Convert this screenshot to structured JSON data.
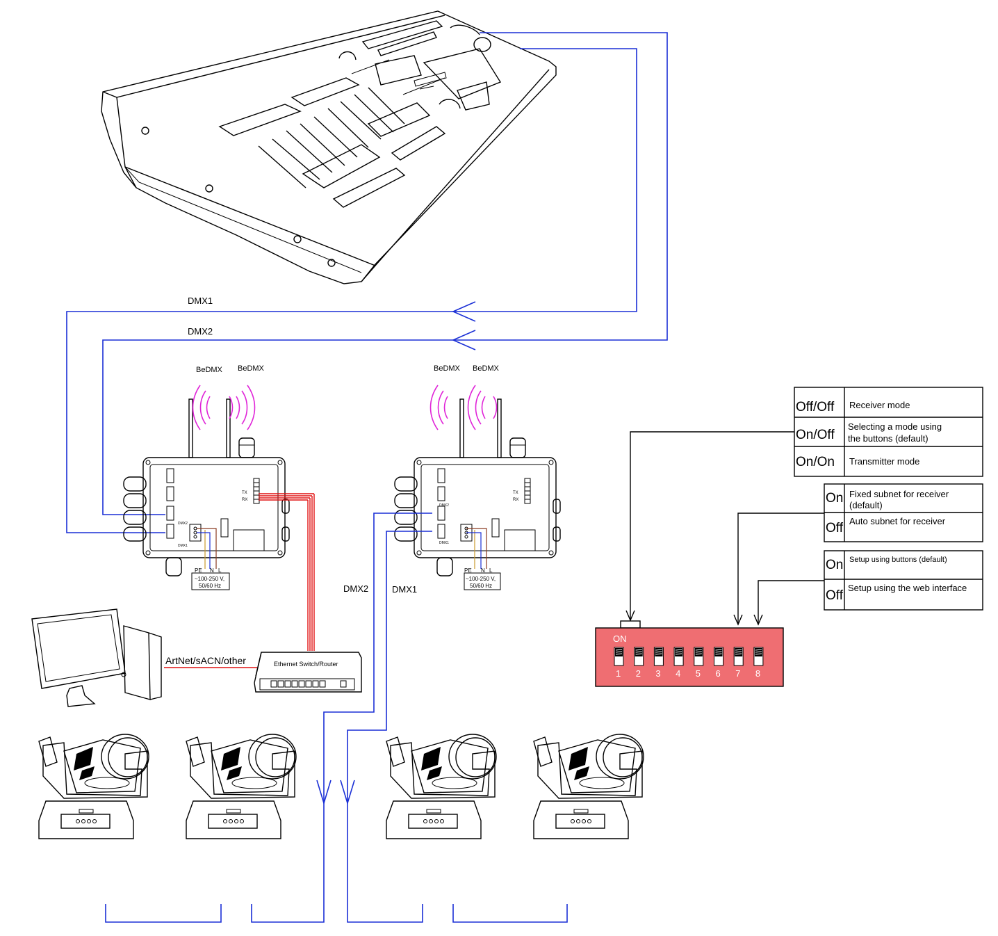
{
  "colors": {
    "dmx_line": "#1a2fd6",
    "ethernet_line": "#e01010",
    "wireless_wave": "#e024d8",
    "dip_switch_body": "#ef6e72"
  },
  "cables": {
    "dmx1_top": "DMX1",
    "dmx2_top": "DMX2",
    "dmx2_bottom": "DMX2",
    "dmx1_bottom": "DMX1",
    "artnet": "ArtNet/sACN/other"
  },
  "wireless": {
    "node1_left": "BeDMX",
    "node1_right": "BeDMX",
    "node2_left": "BeDMX",
    "node2_right": "BeDMX"
  },
  "node1": {
    "dmx_port_a": "DMX2",
    "dmx_port_b": "DMX1",
    "tx": "TX",
    "rx": "RX",
    "terminal_pe": "PE",
    "terminal_n": "N",
    "terminal_l": "L",
    "power_line1": "~100-250 V,",
    "power_line2": "50/60 Hz"
  },
  "node2": {
    "dmx_port_a": "DMX2",
    "dmx_port_b": "DMX1",
    "tx": "TX",
    "rx": "RX",
    "terminal_pe": "PE",
    "terminal_n": "N",
    "terminal_l": "L",
    "power_line1": "~100-250 V,",
    "power_line2": "50/60 Hz"
  },
  "switch": {
    "label": "Ethernet Switch/Router"
  },
  "dip": {
    "on_label": "ON",
    "numbers": [
      "1",
      "2",
      "3",
      "4",
      "5",
      "6",
      "7",
      "8"
    ]
  },
  "mode_table": {
    "rows": [
      {
        "state": "Off/Off",
        "desc1": "Receiver mode",
        "desc2": ""
      },
      {
        "state": "On/Off",
        "desc1": "Selecting a mode using",
        "desc2": "the buttons (default)"
      },
      {
        "state": "On/On",
        "desc1": "Transmitter mode",
        "desc2": ""
      }
    ]
  },
  "subnet_table": {
    "rows": [
      {
        "state": "On",
        "desc1": "Fixed subnet for receiver",
        "desc2": "(default)"
      },
      {
        "state": "Off",
        "desc1": "Auto subnet for receiver",
        "desc2": ""
      }
    ]
  },
  "setup_table": {
    "rows": [
      {
        "state": "On",
        "desc1": "Setup using buttons (default)"
      },
      {
        "state": "Off",
        "desc1": "Setup using the web interface"
      }
    ]
  }
}
